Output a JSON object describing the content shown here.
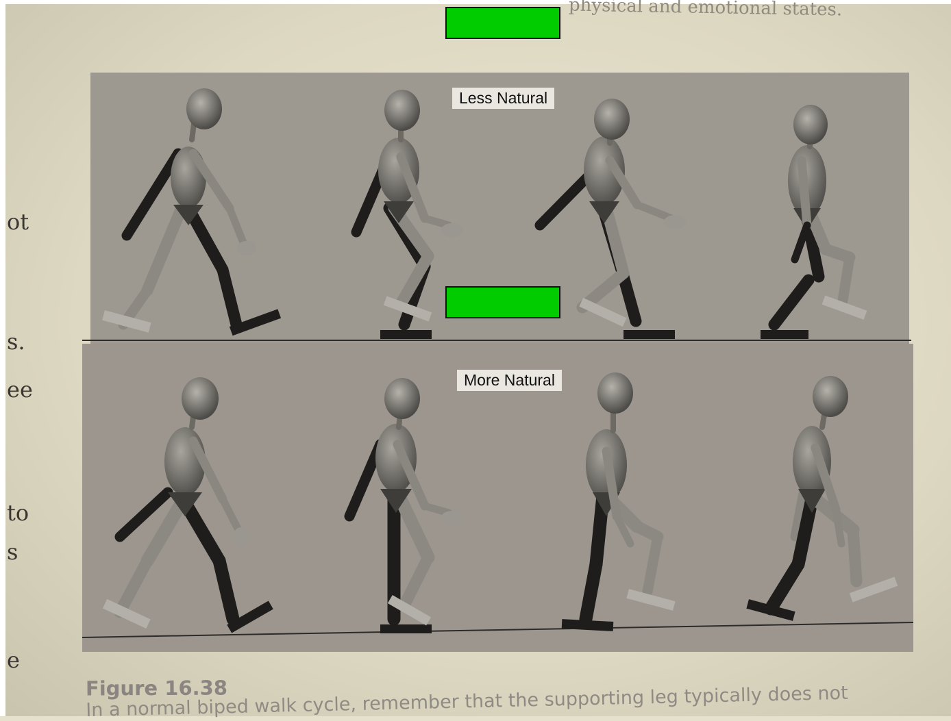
{
  "page": {
    "top_text": "physical and emotional states.",
    "margin_words": [
      "ot",
      "s.",
      "ee",
      "to",
      "s",
      "e"
    ]
  },
  "figure": {
    "top_panel_label": "Less Natural",
    "bottom_panel_label": "More Natural",
    "panel_color": "#9d9890",
    "highlight_color": "#00cc00"
  },
  "caption": {
    "title": "Figure 16.38",
    "body": "In a normal biped walk cycle, remember that the supporting leg typically does not"
  }
}
